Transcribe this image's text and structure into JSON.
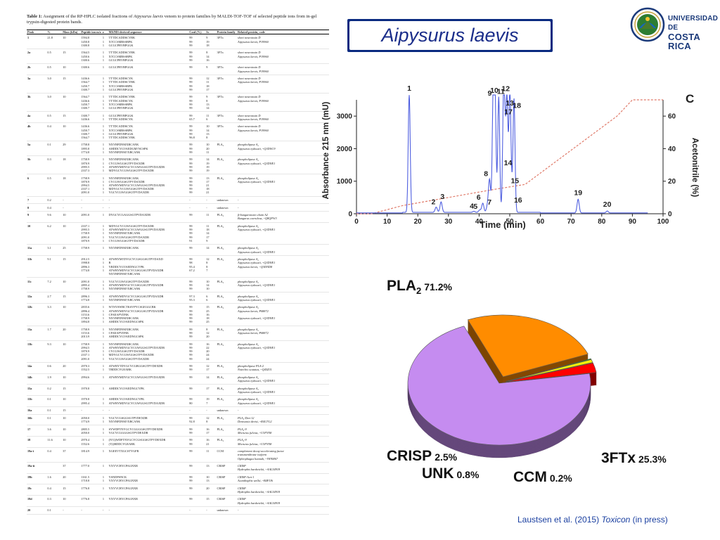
{
  "table": {
    "caption_label": "Table 1:",
    "caption_text_1": " Assignment of the RP-HPLC isolated fractions of ",
    "caption_species": "Aipysurus laevis",
    "caption_text_2": " venom to protein families by MALDI-TOF-TOF of selected peptide ions from in-gel trypsin-digested protein bands.",
    "headers": [
      "Peak",
      "%",
      "Mass (kDa)",
      "Peptide ion m/z",
      "z",
      "MS/MS-derived sequence",
      "Conf (%)",
      "Sc",
      "Protein family",
      "Related protein, code"
    ],
    "rows": [
      [
        "1",
        "21.8",
        "10",
        "1594.8\n1450.8\n1300.8",
        "1\n1\n1",
        "TTTDCADDSCYBK\nXTCCSMBSSBPK\nGCGCPBVBPGGK",
        "99\n99\n99",
        "9\n19\n18",
        "3FTx",
        "short neurotoxin D\nAipysurus laevis, P19960"
      ],
      [
        "2a",
        "0.5",
        "15",
        "1564.5\n1450.6\n1300.6",
        "1\n1\n1",
        "TTTDCADDSCYBK\nXTCCSMBSSBPK\nGCGCPBVBPGGK",
        "99\n99\n99",
        "8\n14\n16",
        "3FTx",
        "short neurotoxin D\nAipysurus laevis, P19960"
      ],
      [
        "2b",
        "0.5",
        "10",
        "1300.6",
        "1",
        "GCGCPBVBPGGK",
        "99",
        "9",
        "3FTx",
        "short neurotoxin D\nAipysurus laevis, P19960"
      ],
      [
        "3a",
        "3.0",
        "15",
        "1436.6\n1564.7\n1450.7\n1300.7",
        "1\n1\n1\n1",
        "TTTDCADDSCYK\nTTTDCADDSCYBK\nXTCCSMBSSBPK\nGCGCPBVBPGGK",
        "99\n99\n99\n99",
        "12\n11\n18\n17",
        "3FTx",
        "short neurotoxin D\nAipysurus laevis, P19960"
      ],
      [
        "3b",
        "3.0",
        "10",
        "1564.7\n1436.6\n1450.7\n1300.7",
        "1\n1\n1\n1",
        "TTTDCADDSCYBK\nTTTDCADDSCYK\nXTCCSMBSSBPK\nGCGCPBVBPGGK",
        "99\n99\n99\n99",
        "9\n8\n13\n14",
        "3FTx",
        "short neurotoxin D\nAipysurus laevis, P19960"
      ],
      [
        "4a",
        "0.5",
        "15",
        "1300.7\n1436.6",
        "1\n1",
        "GCGCPBVBPGGK\nTTTDCADDSCYK",
        "99\n65.7",
        "11\n6",
        "3FTx",
        "short neurotoxin D\nAipysurus laevis, P19960"
      ],
      [
        "4b",
        "0.4",
        "10",
        "1436.6\n1450.7\n1300.7\n1564.7",
        "1\n1\n1\n1",
        "TTTDCADDSCYK\nXTCCSMBSSBPK\nGCGCPBVBPGGK\nTTTDCADDSCYBK",
        "99\n99\n99\n96.8",
        "10\n14\n13\n8",
        "3FTx",
        "short neurotoxin D\nAipysurus laevis, P19960"
      ],
      [
        "5a",
        "0.1",
        "29",
        "1758.8\n1895.8\n1774.8",
        "1\n1\n1",
        "NXYBFDNMXBCANK\nAHDDCYGVAEDGM†NCSPK\nNXYBFDNM†XBCANK",
        "99\n99\n99",
        "10\n20\n11",
        "PLA₂",
        "phospholipase A₂\nAipysurus eydouxii, ~Q3DNC9"
      ],
      [
        "5b",
        "0.3",
        "18",
        "1758.9\n1870.9\n2995.5\n2337.3",
        "1\n1\n1\n1",
        "NXYBFDNMXBCANK\nCYCGWGGSGTPVDAXDR\nATWBYMDYGCYCGWGGSGTPVDAXDR\nMDYGCYCGWGGSGTPVDAXDR",
        "99\n99\n99\n99",
        "14\n19\n19\n19",
        "PLA₂",
        "phospholipase A₂\nAipysurus eydouxii, ~Q3DNE1"
      ],
      [
        "6",
        "0.5",
        "18",
        "1758.9\n1870.9\n2994.5\n2337.1\n2091.0",
        "1\n1\n1\n1\n1",
        "NXYBFDNMXBCANK\nCYCGWGGSGTPVDAXDR\nATWBYMDYGCYCGWGGSGTPVDAXDR\nMDYGCYCGWGGSGTPVDAXDR\nYGCYCGWGGSGTPVDAXDR",
        "99\n99\n99\n99\n99",
        "13\n17\n21\n18\n21",
        "PLA₂",
        "phospholipase A₂\nAipysurus eydouxii, ~Q3DNE1"
      ],
      [
        "7",
        "0.2",
        "-",
        "-",
        "-",
        "-",
        "-",
        "-",
        "unknown",
        "-"
      ],
      [
        "8",
        "0.4",
        "-",
        "-",
        "-",
        "-",
        "-",
        "-",
        "unknown",
        "-"
      ],
      [
        "9",
        "9.6",
        "10",
        "2091.0",
        "1",
        "DYGCYCGAGGSGTPVDAXDR",
        "99",
        "11",
        "PLA₂",
        "β-bungarotoxin chain A2\nBungarus caeruleus, ~Q8QFW3"
      ],
      [
        "10",
        "6.2",
        "10",
        "2337.1\n2995.5\n1758.9\n2091.0\n1870.9",
        "1\n1\n1\n1\n1",
        "MDYGCYCGWGGSGTPVDAXDR\nATWBYMDYGCYCGWGGSGTPVDAXDR\nNXYBFDNM†XBCANK\nYGCYCGWGGSGTPVDAXDR\nCYCGWGGSGTPVDAXDR",
        "99\n99\n99\n99\n91",
        "11\n18\n14\n17\n9",
        "PLA₂",
        "phospholipase A₂\nAipysurus eydouxii, ~Q3DNE1"
      ],
      [
        "11a",
        "3.1",
        "25",
        "1758.9",
        "1",
        "NXYBFDNMXBCANK",
        "99",
        "14",
        "PLA₂",
        "phospholipase A₂\nAipysurus eydouxii, ~Q3DNE1"
      ],
      [
        "11b",
        "9.1",
        "15",
        "2912.5\n1998.8\n2896.3\n1774.8",
        "1\n1\n1\n1",
        "ATWBYM†DYGCYCGSGGSGTPVDAXD\nB\nYRDDCYGVAEDNGCYPK\nATWBYMDYGCYCGSGGSGTPVDAXDR\nNXYBFDNM†XBCANK",
        "99\n98\n95.4\n67.2",
        "12\n8\n8\n7",
        "PLA₂",
        "phospholipase A₂\nAipysurus eydouxii, ~Q3DNE1\nAipysurus laevis, ~Q3DND8"
      ],
      [
        "11c",
        "7.2",
        "10",
        "2091.0\n2895.4\n1758.9",
        "1\n1\n1",
        "YGCYCGWGGSGTPVDAXDR\nATWBYMDYGCYCGSGGSGTPVDAXDR\nNXYBFDNM†XBCANK",
        "99\n99\n99",
        "10\n14\n10",
        "PLA₂",
        "phospholipase A₂\nAipysurus eydouxii, ~Q3DNE1"
      ],
      [
        "12a",
        "2.7",
        "15",
        "2896.3\n1774.8",
        "1\n1",
        "ATWBYMDYGCYCGSGGSGTPVDAXDR\nNXYBFDNM†XBCANK",
        "97.3\n95.3",
        "6\n6",
        "PLA₂",
        "phospholipase A₂\nAipysurus eydouxii, ~Q3DNE1"
      ],
      [
        "12b",
        "3.3",
        "10",
        "2835.6\n2896.4\n1153.6\n1758.9\n1894.8",
        "1\n1\n1\n1\n1",
        "WTSYSWBCTKSVPYCSGEGGCBK\nATWBYMDYGCYCGSGGSGTPVDAXDR\nCFAEAPYDNK\nNXYBFDNMXBCANK\nAHDDCYGVAEDNGCSPK",
        "99\n99\n99\n99\n99",
        "15\n25\n16\n18\n25",
        "PLA₂",
        "phospholipase A₂\nAipysurus laevis, P08872\n\nAipysurus eydouxii, ~Q3DNE1"
      ],
      [
        "13a",
        "1.7",
        "20",
        "1758.9\n1153.6\n2013.9",
        "1\n1\n1",
        "NXYBFDNMXBCANK\nCFAEAPYDNK\nAHDDCYGVAEDNGCSPK",
        "99\n99\n99",
        "8\n12\n20",
        "PLA₂",
        "phospholipase A₂\nAipysurus laevis, P08872"
      ],
      [
        "13b",
        "9.3",
        "10",
        "1758.9\n2994.5\n1870.9\n2337.1\n2091.0",
        "1\n1\n1\n1\n1",
        "NXYBFDNMXBCANK\nATWBYMDYGCYCGWGGSGTPVDAXDR\nCYCGWGGSGTPVDAXDR\nMDYGCYCGWGGSGTPVDAXDR\nYGCYCGWGGSGTPVDAXDR",
        "99\n99\n99\n99\n99",
        "16\n22\n20\n24\n24",
        "PLA₂",
        "phospholipase A₂\nAipysurus eydouxii, ~Q3DNE1"
      ],
      [
        "14a",
        "0.6",
        "20",
        "2970.3\n1552.5",
        "1\n1",
        "ATWBYTDYGCYCGBGGSGTPVDEXDR\nTBDDCYGEABK",
        "99\n99",
        "12\n17",
        "PLA₂",
        "phospholipase PLA-2\nNotechis scutatus, ~Q45Z31"
      ],
      [
        "14b",
        "1.9",
        "10",
        "2994.6",
        "1",
        "ATWBYMDYGCYCGWGGSGTPVDAXDR",
        "99",
        "14",
        "PLA₂",
        "phospholipase A₂\nAipysurus eydouxii, ~Q3DNE1"
      ],
      [
        "15a",
        "0.2",
        "15",
        "1970.8",
        "1",
        "AHDDCYGVAEDNGCYPK",
        "99",
        "17",
        "PLA₂",
        "phospholipase A₂\nAipysurus eydouxii, ~Q3DNE1"
      ],
      [
        "15b",
        "0.1",
        "10",
        "1970.8\n2995.4",
        "1\n1",
        "AHDDCYGVAEDNGCYPK\nATWBYMDYGCYCGWGGSGTPVDAXDR",
        "99\n80",
        "19\n7",
        "PLA₂",
        "phospholipase A₂\nAipysurus eydouxii, ~Q3DNE1"
      ],
      [
        "16a",
        "0.1",
        "15",
        "-",
        "-",
        "-",
        "-",
        "-",
        "unknown",
        "-"
      ],
      [
        "16b",
        "0.1",
        "10",
        "2050.0\n1774.9",
        "1\n1",
        "YGCYCGSGGSGTPVDEXDR\nNXYBFDNM†XBCANK",
        "99\n92.8",
        "12\n8",
        "PLA₂",
        "PLA₂-Den-12\nDenisonia devisi, ~R4G7G2"
      ],
      [
        "17",
        "3.6",
        "10",
        "2805.5\n2050.0",
        "1\n1",
        "SYWDFTNYGCYCGGGGSGTPVDEXDR\nYGCYCGGGGSGTPVDEXDR",
        "99\n99",
        "16\n17",
        "PLA₂",
        "PLA₂-9\nMicrurus fulvius, ~U3FYN8"
      ],
      [
        "18",
        "11.6",
        "10",
        "2970.4\n1552.6",
        "1\n1",
        "(N†‡)WDFTNYGCYCGSGGSGTPVDEXDR\n(T‡)BDDCYGEABK",
        "99\n99",
        "16\n21",
        "PLA₂",
        "PLA₂-9\nMicrurus fulvius, ~U3FYN8"
      ],
      [
        "19a-i",
        "0.4",
        "37",
        "1814.9",
        "1",
        "XGEEVTXGCSTYGFR",
        "99",
        "11",
        "CCM",
        "complement decay-accelerating factor\ntransmembrane isoform\nOphiophagus hannah, ~V8NM67"
      ],
      [
        "19a-ii",
        "",
        "37",
        "1777.0",
        "1",
        "YXYVCBYCPAGNXR",
        "99",
        "13",
        "CRISP",
        "CRISP\nHydrophis hardwickii, ~AAL54918"
      ],
      [
        "19b",
        "1.6",
        "20",
        "1161.5\n1718.8",
        "1\n1",
        "YSNDPSNCK\nYXYVCBYCPAGNXR",
        "99\n99",
        "10\n13",
        "CRISP",
        "CRISP-Acn-1\nAcanthophis wellsi, ~B4FIJ6"
      ],
      [
        "19c",
        "0.4",
        "15",
        "1776.8",
        "1",
        "YXYVCBYCPAGNXR",
        "99",
        "20",
        "CRISP",
        "CRISP\nHydrophis hardwickii, ~AAL54918"
      ],
      [
        "19d",
        "0.3",
        "10",
        "1776.8",
        "1",
        "YXYVCBYCPAGNXR",
        "99",
        "15",
        "CRISP",
        "CRISP\nHydrophis hardwickii, ~AAL54918"
      ],
      [
        "20",
        "0.1",
        "-",
        "-",
        "-",
        "-",
        "-",
        "-",
        "unknown",
        "-"
      ]
    ]
  },
  "species_title": "Aipysurus laevis",
  "logo": {
    "line1": "UNIVERSIDAD DE",
    "line2": "COSTA RICA"
  },
  "chromatogram_data": {
    "type": "line",
    "panel_label": "C",
    "xlabel": "Time (min)",
    "ylabel": "Absorbance 215 nm (mU)",
    "y2label": "Acetonitrile (%)",
    "xlim": [
      0,
      100
    ],
    "ylim": [
      0,
      3500
    ],
    "y2lim": [
      0,
      70
    ],
    "xticks": [
      0,
      10,
      20,
      30,
      40,
      50,
      60,
      70,
      80,
      90,
      100
    ],
    "yticks": [
      0,
      1000,
      2000,
      3000
    ],
    "y2ticks": [
      0,
      20,
      40,
      60
    ],
    "peaks": [
      {
        "label": "1",
        "t": 17.2,
        "h": 3650
      },
      {
        "label": "2",
        "t": 26.0,
        "h": 160
      },
      {
        "label": "3",
        "t": 27.6,
        "h": 320
      },
      {
        "label": "4",
        "t": 38.3,
        "h": 30
      },
      {
        "label": "5",
        "t": 40.2,
        "h": 70
      },
      {
        "label": "6",
        "t": 41.2,
        "h": 280
      },
      {
        "label": "7",
        "t": 42.7,
        "h": 170
      },
      {
        "label": "8",
        "t": 43.4,
        "h": 1000
      },
      {
        "label": "9",
        "t": 44.6,
        "h": 3500
      },
      {
        "label": "10",
        "t": 45.2,
        "h": 3500
      },
      {
        "label": "11",
        "t": 46.4,
        "h": 3550
      },
      {
        "label": "12",
        "t": 48.0,
        "h": 3550
      },
      {
        "label": "13",
        "t": 49.1,
        "h": 3200
      },
      {
        "label": "14",
        "t": 48.5,
        "h": 1450
      },
      {
        "label": "15",
        "t": 50.3,
        "h": 900
      },
      {
        "label": "16",
        "t": 51.1,
        "h": 350
      },
      {
        "label": "17",
        "t": 50.0,
        "h": 3100
      },
      {
        "label": "18",
        "t": 51.4,
        "h": 3250
      },
      {
        "label": "19",
        "t": 72.3,
        "h": 420
      },
      {
        "label": "20",
        "t": 81.8,
        "h": 60
      }
    ],
    "gradient": {
      "name": "Acetonitrile (%)",
      "points": [
        [
          0,
          0
        ],
        [
          5,
          0
        ],
        [
          15,
          5
        ],
        [
          45,
          15
        ],
        [
          55,
          18
        ],
        [
          85,
          60
        ],
        [
          90,
          70
        ],
        [
          100,
          70
        ]
      ]
    }
  },
  "pie_data": {
    "type": "pie",
    "slices": [
      {
        "label": "PLA",
        "sub": "2",
        "value": 71.2,
        "pct": "71.2%",
        "color": "#c58cf0"
      },
      {
        "label": "3FTx",
        "value": 25.3,
        "pct": "25.3%",
        "color": "#ff8c00"
      },
      {
        "label": "CCM",
        "value": 0.2,
        "pct": "0.2%",
        "color": "#00a000"
      },
      {
        "label": "UNK",
        "value": 0.8,
        "pct": "0.8%",
        "color": "#f2f20a"
      },
      {
        "label": "CRISP",
        "value": 2.5,
        "pct": "2.5%",
        "color": "#ff0000"
      }
    ],
    "colors": {
      "ccm_alt": "#000080"
    }
  },
  "citation": {
    "authors": "Laustsen et al. (2015) ",
    "journal": "Toxicon",
    "status": " (in press)"
  }
}
